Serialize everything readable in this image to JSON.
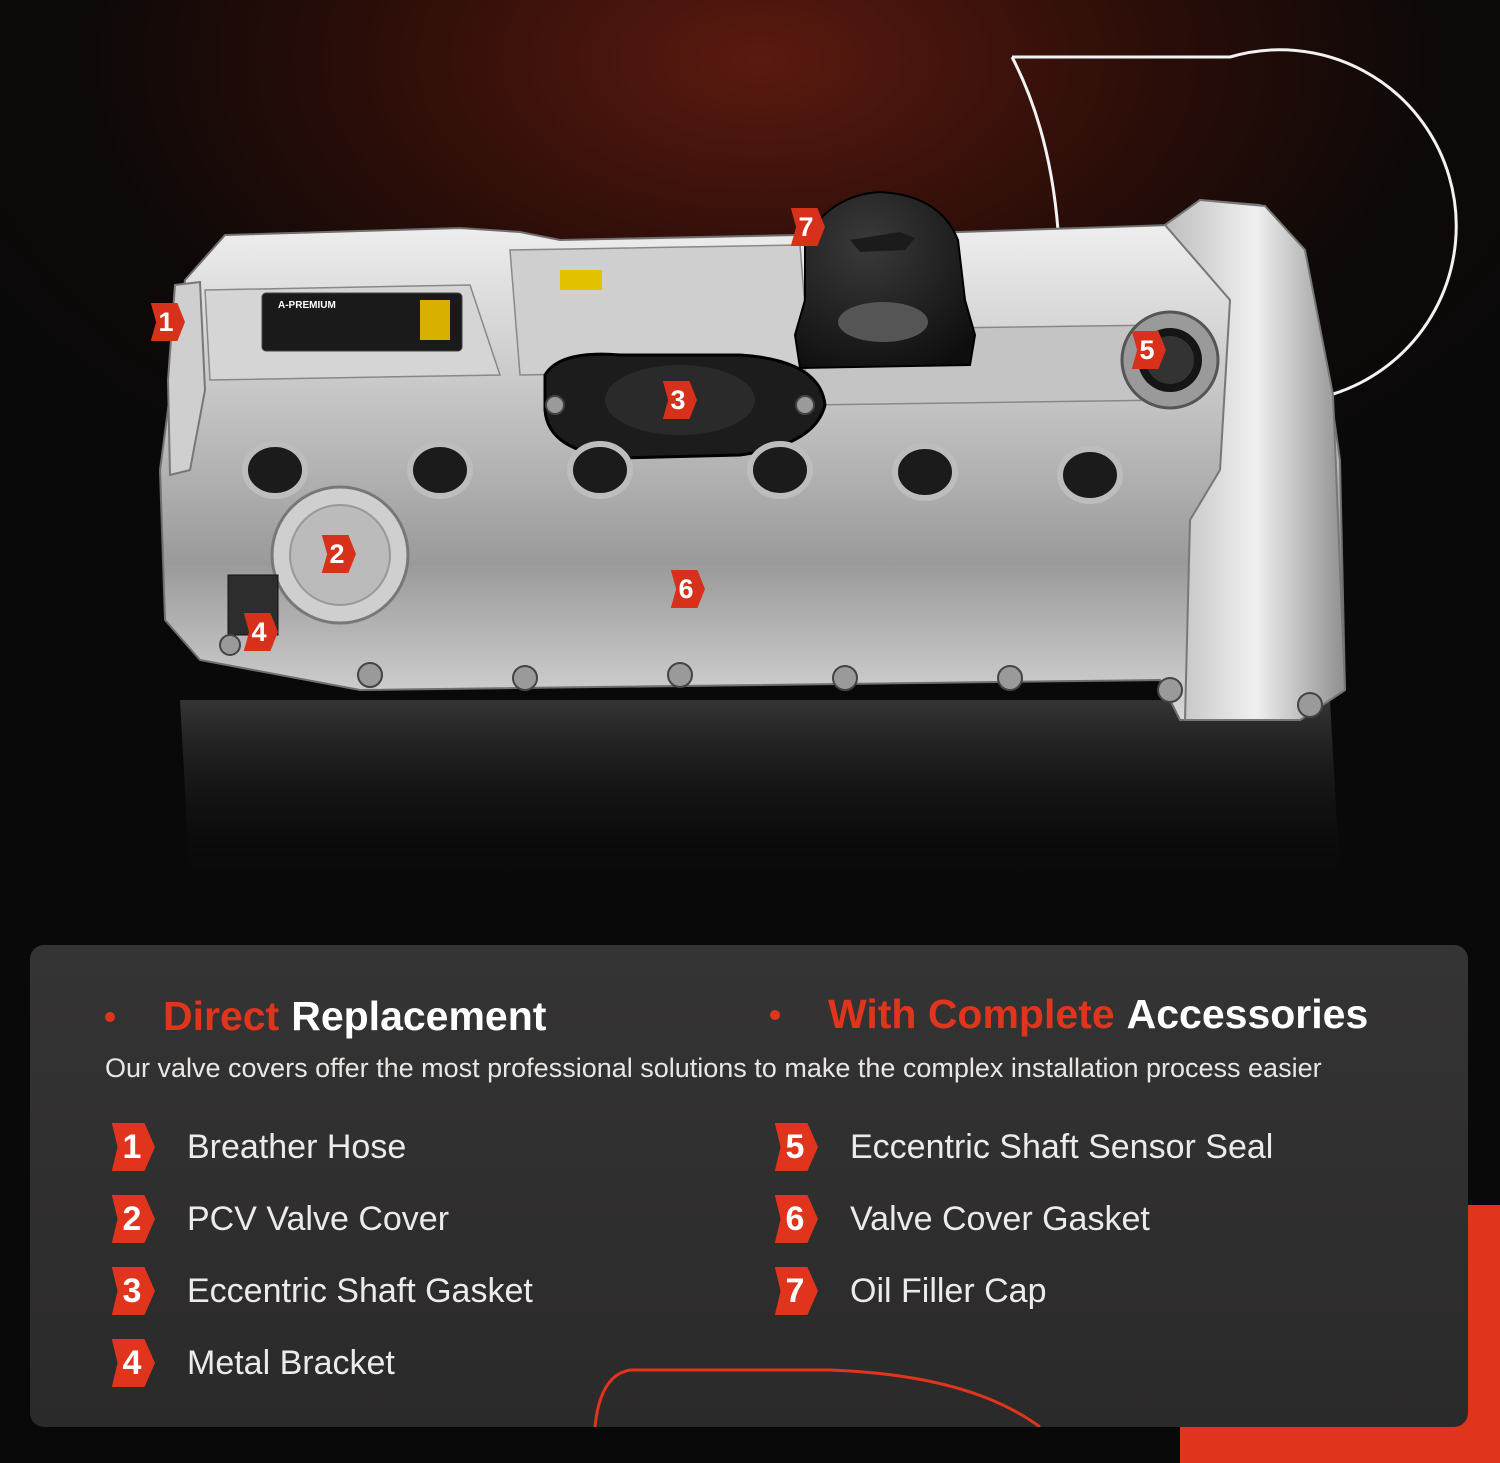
{
  "colors": {
    "accent": "#e0341c",
    "panel": "#2f2e2e",
    "background": "#0d0908"
  },
  "product_image": {
    "brand_label": "A-PREMIUM"
  },
  "callouts": [
    {
      "num": "1"
    },
    {
      "num": "2"
    },
    {
      "num": "3"
    },
    {
      "num": "4"
    },
    {
      "num": "5"
    },
    {
      "num": "6"
    },
    {
      "num": "7"
    }
  ],
  "features": [
    {
      "accent": "Direct",
      "rest": "Replacement"
    },
    {
      "accent": "With Complete",
      "rest": "Accessories"
    }
  ],
  "tagline": "Our valve covers offer the most professional solutions to make the complex  installation process easier",
  "parts": [
    {
      "num": "1",
      "label": "Breather Hose"
    },
    {
      "num": "2",
      "label": "PCV Valve Cover"
    },
    {
      "num": "3",
      "label": "Eccentric Shaft Gasket"
    },
    {
      "num": "4",
      "label": "Metal Bracket"
    },
    {
      "num": "5",
      "label": "Eccentric Shaft Sensor Seal"
    },
    {
      "num": "6",
      "label": "Valve Cover Gasket"
    },
    {
      "num": "7",
      "label": "Oil Filler Cap"
    }
  ]
}
